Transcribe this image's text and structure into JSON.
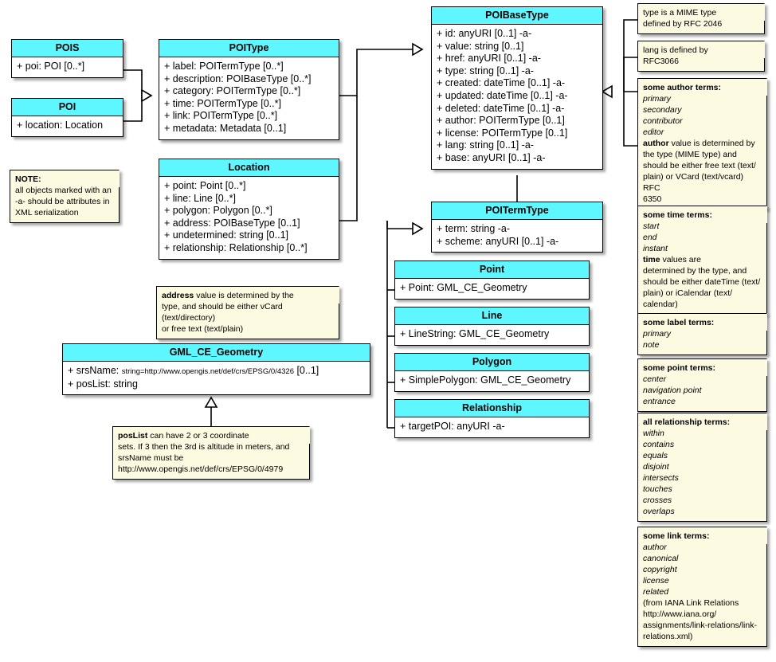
{
  "diagram": {
    "title": "POI Data Model UML Class Diagram",
    "header_color": "#5ff7ff",
    "note_color": "#fcfae1"
  },
  "classes": {
    "pois": {
      "name": "POIS",
      "attrs": [
        "+ poi: POI [0..*]"
      ]
    },
    "poi": {
      "name": "POI",
      "attrs": [
        "+ location: Location"
      ]
    },
    "poitype": {
      "name": "POIType",
      "attrs": [
        "+ label: POITermType [0..*]",
        "+ description: POIBaseType [0..*]",
        "+ category: POITermType [0..*]",
        "+ time: POITermType [0..*]",
        "+ link: POITermType [0..*]",
        "+ metadata: Metadata [0..1]"
      ]
    },
    "poibasetype": {
      "name": "POIBaseType",
      "attrs": [
        "+ id: anyURI [0..1] -a-",
        "+ value: string [0..1]",
        "+ href: anyURI [0..1] -a-",
        "+ type: string [0..1] -a-",
        "+ created: dateTime [0..1] -a-",
        "+ updated: dateTime [0..1] -a-",
        "+ deleted: dateTime [0..1] -a-",
        "+ author: POITermType [0..1]",
        "+ license: POITermType [0..1]",
        "+ lang: string [0..1] -a-",
        "+ base: anyURI [0..1] -a-"
      ]
    },
    "location": {
      "name": "Location",
      "attrs": [
        "+ point: Point [0..*]",
        "+ line: Line [0..*]",
        "+ polygon: Polygon [0..*]",
        "+ address: POIBaseType [0..1]",
        "+ undetermined: string [0..1]",
        "+ relationship: Relationship [0..*]"
      ]
    },
    "poitermtype": {
      "name": "POITermType",
      "attrs": [
        "+ term: string -a-",
        "+ scheme: anyURI [0..1] -a-"
      ]
    },
    "point": {
      "name": "Point",
      "attrs": [
        "+ Point: GML_CE_Geometry"
      ]
    },
    "line": {
      "name": "Line",
      "attrs": [
        "+ LineString: GML_CE_Geometry"
      ]
    },
    "polygon": {
      "name": "Polygon",
      "attrs": [
        "+ SimplePolygon: GML_CE_Geometry"
      ]
    },
    "relationship": {
      "name": "Relationship",
      "attrs": [
        "+ targetPOI: anyURI -a-"
      ]
    },
    "gml": {
      "name": "GML_CE_Geometry",
      "srs_prefix": "+ srsName: ",
      "srs_value": "string=http://www.opengis.net/def/crs/EPSG/0/4326",
      "srs_suffix": " [0..1]",
      "attrs2": "+ posList: string"
    }
  },
  "notes": {
    "attribute_note": {
      "title": "NOTE:",
      "lines": [
        "all objects marked with an",
        "-a- should be attributes in",
        "XML serialization"
      ]
    },
    "address_note": {
      "bold": "address",
      "lines": [
        " value is determined by the",
        "type, and should be either vCard (text/directory)",
        "or free text (text/plain)"
      ]
    },
    "poslist_note": {
      "bold": "posList",
      "lines": [
        " can have 2 or 3 coordinate",
        "sets. If 3 then the 3rd is altitude in meters, and",
        "srsName must be",
        "http://www.opengis.net/def/crs/EPSG/0/4979"
      ]
    },
    "mime_note": {
      "lines": [
        "type is a MIME type",
        "defined by RFC 2046"
      ]
    },
    "lang_note": {
      "lines": [
        "lang is defined by",
        "RFC3066"
      ]
    },
    "author_note": {
      "title": "some author terms:",
      "terms": [
        "primary",
        "secondary",
        "contributor",
        "editor"
      ],
      "bold2": "author",
      "body": [
        " value is determined by",
        "the type (MIME type) and",
        "should be either free text (text/",
        "plain) or VCard (text/vcard) RFC",
        "6350"
      ]
    },
    "time_note": {
      "title": "some time terms:",
      "terms": [
        "start",
        "end",
        "instant"
      ],
      "bold2": "time",
      "body": [
        " values are",
        "determined by the type, and",
        "should be either dateTime (text/",
        "plain) or iCalendar (text/",
        "calendar)"
      ]
    },
    "label_note": {
      "title": "some label terms:",
      "terms": [
        "primary",
        "note"
      ]
    },
    "point_note": {
      "title": "some point terms:",
      "terms": [
        "center",
        "navigation point",
        "entrance"
      ]
    },
    "relationship_note": {
      "title": "all relationship terms:",
      "terms": [
        "within",
        "contains",
        "equals",
        "disjoint",
        "intersects",
        "touches",
        "crosses",
        "overlaps"
      ]
    },
    "link_note": {
      "title": "some link terms:",
      "terms": [
        "author",
        "canonical",
        "copyright",
        "license",
        "related"
      ],
      "body": [
        "(from IANA Link Relations",
        "http://www.iana.org/",
        "assignments/link-relations/link-",
        "relations.xml)"
      ]
    }
  }
}
